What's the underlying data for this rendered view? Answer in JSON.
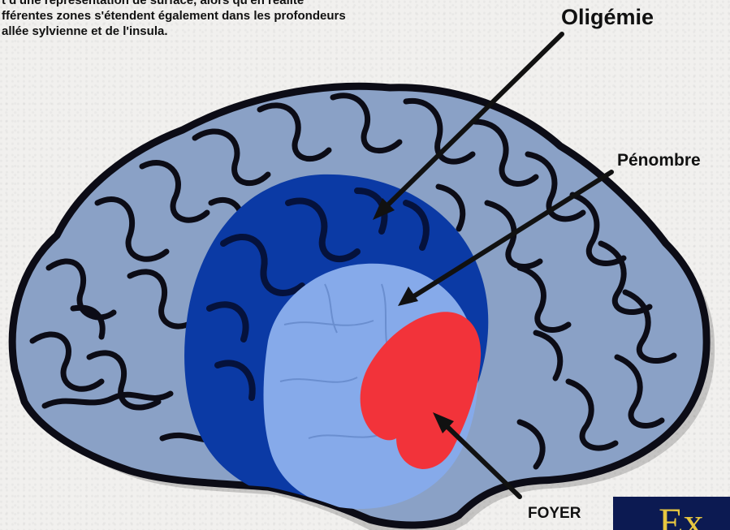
{
  "caption": {
    "line1": "t d'une représentation de surface, alors qu'en réalité",
    "line2": "fférentes zones s'étendent également dans les profondeurs",
    "line3": " allée sylvienne et de l'insula."
  },
  "labels": {
    "oligemie": "Oligémie",
    "penombre": "Pénombre",
    "foyer": "FOYER"
  },
  "colors": {
    "brain_fill": "#8aa1c6",
    "brain_outline": "#0c0c16",
    "oligemie_zone": "#0b3aa5",
    "penombre_zone": "#86aaea",
    "foyer_zone": "#f2333a",
    "arrows": "#111111",
    "logo_background": "#0c1a52",
    "logo_text": "#e6c640"
  },
  "logo": {
    "text": "Ex"
  }
}
